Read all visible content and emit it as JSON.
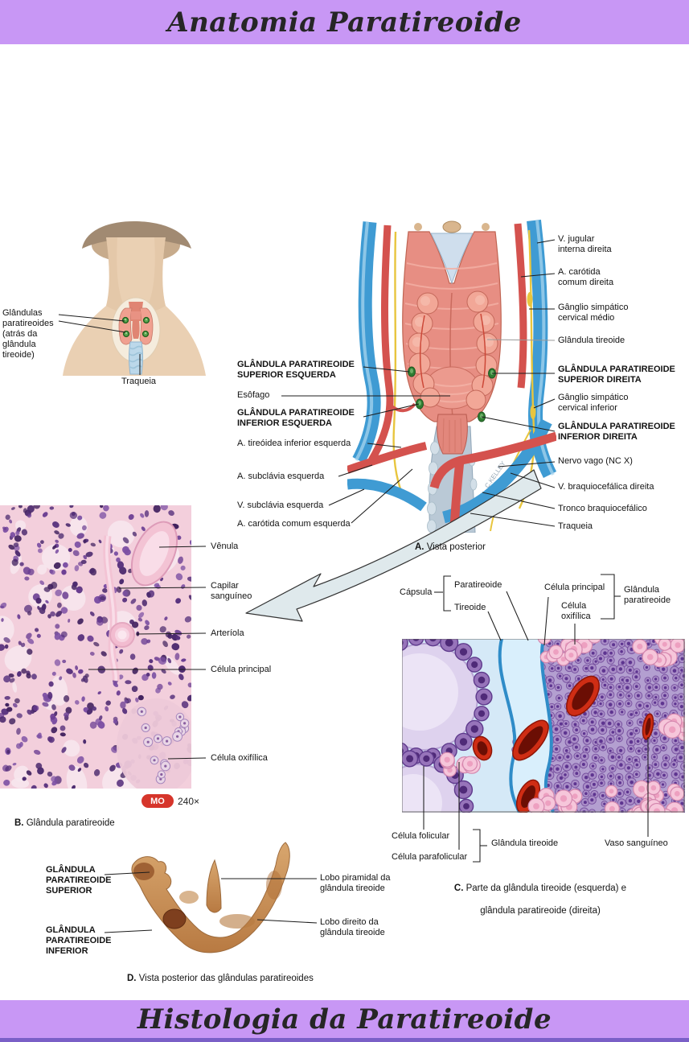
{
  "theme": {
    "banner_bg": "#c897f5",
    "banner_edge": "#7a5fc7",
    "badge_red": "#d6352b",
    "leader_line": "#1c1c1c"
  },
  "palette": {
    "artery_red": "#d4524e",
    "vein_blue": "#3f9bd3",
    "nerve_yellow": "#e8c53e",
    "parathyroid_green": "#2f7d32",
    "thyroid_pink": "#f2a797",
    "histology_pink": "#f3cfdc",
    "histology_purple": "#56307c",
    "capsule_blue": "#2f8cc8",
    "trachea_blue": "#bac9d6",
    "bone_tan": "#c68e58"
  },
  "header": {
    "title": "Anatomia Paratireoide"
  },
  "footer": {
    "title": "Histologia da Paratireoide"
  },
  "figure_neck": {
    "label_glands": "Glândulas\nparatireoides\n(atrás da\nglândula\ntireoide)",
    "label_trachea": "Traqueia"
  },
  "figure_a": {
    "caption_letter": "A.",
    "caption_text": "Vista posterior",
    "watermark": "C.KELLEY",
    "left_labels": [
      {
        "text": "GLÂNDULA PARATIREOIDE\nSUPERIOR ESQUERDA"
      },
      {
        "text": "Esôfago"
      },
      {
        "text": "GLÂNDULA PARATIREOIDE\nINFERIOR ESQUERDA"
      },
      {
        "text": "A. tireóidea inferior esquerda"
      },
      {
        "text": "A. subclávia esquerda"
      },
      {
        "text": "V. subclávia esquerda"
      },
      {
        "text": "A. carótida comum esquerda"
      }
    ],
    "right_labels": [
      {
        "text": "V. jugular\ninterna direita"
      },
      {
        "text": "A. carótida\ncomum direita"
      },
      {
        "text": "Gânglio simpático\ncervical médio"
      },
      {
        "text": "Glândula tireoide"
      },
      {
        "text": "GLÂNDULA PARATIREOIDE\nSUPERIOR DIREITA"
      },
      {
        "text": "Gânglio simpático\ncervical inferior"
      },
      {
        "text": "GLÂNDULA PARATIREOIDE\nINFERIOR DIREITA"
      },
      {
        "text": "Nervo vago (NC X)"
      },
      {
        "text": "V. braquiocefálica direita"
      },
      {
        "text": "Tronco braquiocefálico"
      },
      {
        "text": "Traqueia"
      }
    ]
  },
  "figure_b": {
    "caption_letter": "B.",
    "caption_text": "Glândula paratireoide",
    "badge": "MO",
    "magnification": "240×",
    "labels": [
      {
        "text": "Vênula"
      },
      {
        "text": "Capilar\nsanguíneo"
      },
      {
        "text": "Arteríola"
      },
      {
        "text": "Célula principal"
      },
      {
        "text": "Célula oxifílica"
      }
    ]
  },
  "figure_c": {
    "caption_letter": "C.",
    "caption_line1": "Parte da glândula tireoide (esquerda) e",
    "caption_line2": "glândula paratireoide (direita)",
    "top_labels": {
      "capsula": "Cápsula",
      "paratireoide": "Paratireoide",
      "tireoide": "Tireoide",
      "celula_principal": "Célula principal",
      "celula_oxifilica": "Célula\noxifílica",
      "glandula_paratireoide": "Glândula\nparatireoide"
    },
    "bottom_labels": {
      "celula_folicular": "Célula folicular",
      "celula_parafolicular": "Célula parafolicular",
      "glandula_tireoide": "Glândula tireoide",
      "vaso_sanguineo": "Vaso sanguíneo"
    }
  },
  "figure_d": {
    "caption_letter": "D.",
    "caption_text": "Vista posterior das glândulas paratireoides",
    "left_labels": [
      {
        "text": "GLÂNDULA\nPARATIREOIDE\nSUPERIOR"
      },
      {
        "text": "GLÂNDULA\nPARATIREOIDE\nINFERIOR"
      }
    ],
    "right_labels": [
      {
        "text": "Lobo piramidal da\nglândula tireoide"
      },
      {
        "text": "Lobo direito da\nglândula tireoide"
      }
    ]
  }
}
